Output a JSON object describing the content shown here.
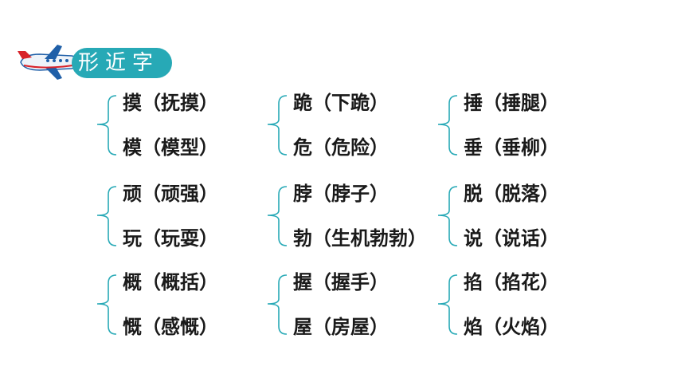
{
  "section": {
    "title": "形近字"
  },
  "colors": {
    "accent": "#27a9b6",
    "plane_body": "#e8f0f8",
    "plane_red": "#d8232a",
    "plane_blue": "#1f5fa8",
    "text": "#1a1a1a"
  },
  "groups": [
    {
      "top": "摸（抚摸）",
      "bottom": "模（模型）"
    },
    {
      "top": "跪（下跪）",
      "bottom": "危（危险）"
    },
    {
      "top": "捶（捶腿）",
      "bottom": "垂（垂柳）"
    },
    {
      "top": "顽（顽强）",
      "bottom": "玩（玩耍）"
    },
    {
      "top": "脖（脖子）",
      "bottom": "勃（生机勃勃）"
    },
    {
      "top": "脱（脱落）",
      "bottom": "说（说话）"
    },
    {
      "top": "概（概括）",
      "bottom": "慨（感慨）"
    },
    {
      "top": "握（握手）",
      "bottom": "屋（房屋）"
    },
    {
      "top": "掐（掐花）",
      "bottom": "焰（火焰）"
    }
  ]
}
